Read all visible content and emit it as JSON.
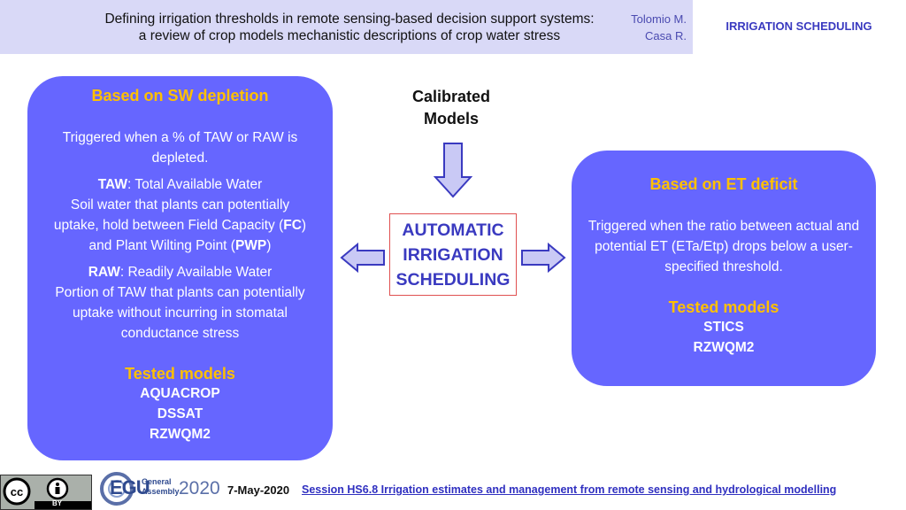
{
  "header": {
    "title_line1": "Defining irrigation thresholds in remote sensing-based decision support systems:",
    "title_line2": "a review of crop models mechanistic descriptions of crop water stress",
    "author1": "Tolomio M.",
    "author2": "Casa R.",
    "tag": "IRRIGATION SCHEDULING"
  },
  "left_box": {
    "title": "Based on SW depletion",
    "trigger": "Triggered when a % of TAW or RAW is depleted.",
    "taw_abbr": "TAW",
    "taw_def": ": Total Available Water",
    "taw_desc1": "Soil water that plants can potentially uptake, hold between Field Capacity (",
    "fc_abbr": "FC",
    "taw_desc2": ") and Plant Wilting Point (",
    "pwp_abbr": "PWP",
    "taw_desc3": ")",
    "raw_abbr": "RAW",
    "raw_def": ": Readily Available Water",
    "raw_desc": "Portion of TAW that plants can potentially uptake without incurring in stomatal conductance stress",
    "tested_label": "Tested models",
    "models": [
      "AQUACROP",
      "DSSAT",
      "RZWQM2"
    ]
  },
  "center": {
    "calibrated_line1": "Calibrated",
    "calibrated_line2": "Models",
    "auto_line1": "AUTOMATIC",
    "auto_line2": "IRRIGATION",
    "auto_line3": "SCHEDULING"
  },
  "right_box": {
    "title": "Based on ET deficit",
    "trigger": "Triggered when the ratio between actual and potential ET (ETa/Etp) drops below a user-specified threshold.",
    "tested_label": "Tested models",
    "models": [
      "STICS",
      "RZWQM2"
    ]
  },
  "footer": {
    "cc_label": "BY",
    "egu_text": "EGU",
    "egu_general": "General",
    "egu_assembly": "Assembly",
    "egu_year": "2020",
    "date": "7-May-2020",
    "session": "Session HS6.8   Irrigation estimates and management from remote sensing and hydrological modelling"
  },
  "colors": {
    "box_fill": "#6666ff",
    "accent_orange": "#ffc000",
    "accent_blue": "#3a3ac0",
    "header_band": "#d9d9f7"
  }
}
